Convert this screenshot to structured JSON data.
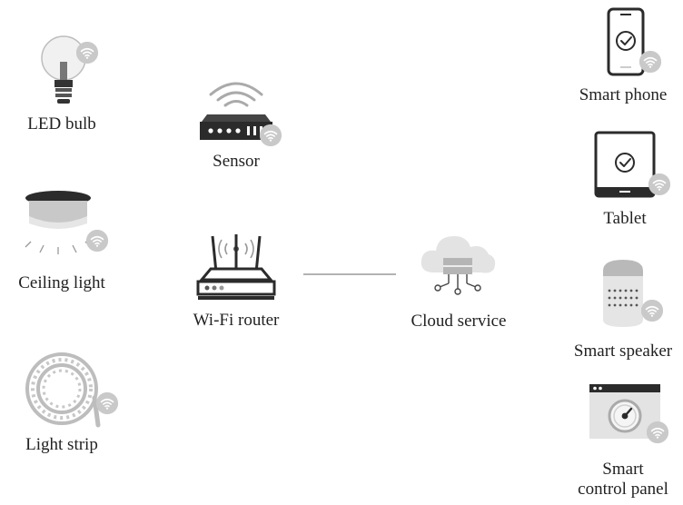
{
  "devices_left": {
    "led_bulb": "LED bulb",
    "ceiling_light": "Ceiling light",
    "light_strip": "Light strip"
  },
  "center": {
    "sensor": "Sensor",
    "wifi_router": "Wi-Fi router",
    "cloud_service": "Cloud service"
  },
  "devices_right": {
    "smart_phone": "Smart phone",
    "tablet": "Tablet",
    "smart_speaker": "Smart speaker",
    "control_panel_line1": "Smart",
    "control_panel_line2": "control panel"
  },
  "icons": {
    "led_bulb": "light-bulb-icon",
    "ceiling_light": "ceiling-light-icon",
    "light_strip": "light-strip-icon",
    "sensor": "sensor-icon",
    "wifi_router": "router-icon",
    "cloud_service": "cloud-icon",
    "smart_phone": "phone-icon",
    "tablet": "tablet-icon",
    "smart_speaker": "speaker-icon",
    "control_panel": "gauge-icon",
    "wifi_badge": "wifi-icon"
  },
  "colors": {
    "dark": "#2b2b2b",
    "mid": "#9a9a9a",
    "light": "#d6d6d6",
    "badge": "#c9c9c9"
  }
}
